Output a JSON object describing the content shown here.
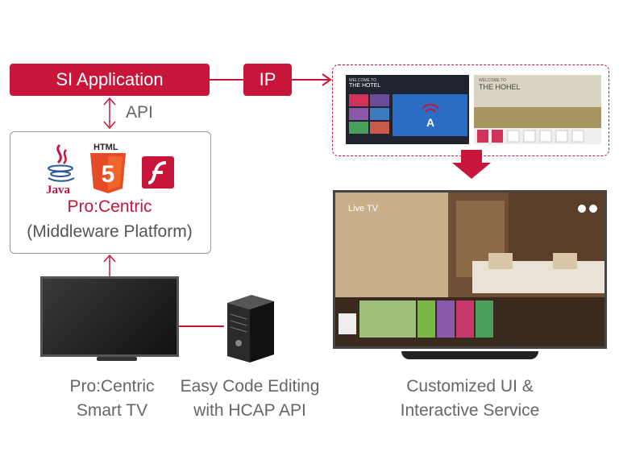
{
  "si_application": "SI Application",
  "ip": "IP",
  "api": "API",
  "middleware": {
    "java": "Java",
    "html": "HTML",
    "html_num": "5",
    "title": "Pro:Centric",
    "subtitle": "(Middleware Platform)"
  },
  "screens": {
    "left_welcome": "WELCOME TO",
    "left_hotel": "THE HOTEL",
    "right_welcome": "WELCOME TO",
    "right_hotel": "THE HOHEL",
    "live_tv": "Live TV"
  },
  "captions": {
    "smart_tv_1": "Pro:Centric",
    "smart_tv_2": "Smart TV",
    "hcap_1": "Easy Code Editing",
    "hcap_2": "with HCAP API",
    "custom_1": "Customized UI &",
    "custom_2": "Interactive Service"
  },
  "colors": {
    "accent": "#c8163a"
  }
}
